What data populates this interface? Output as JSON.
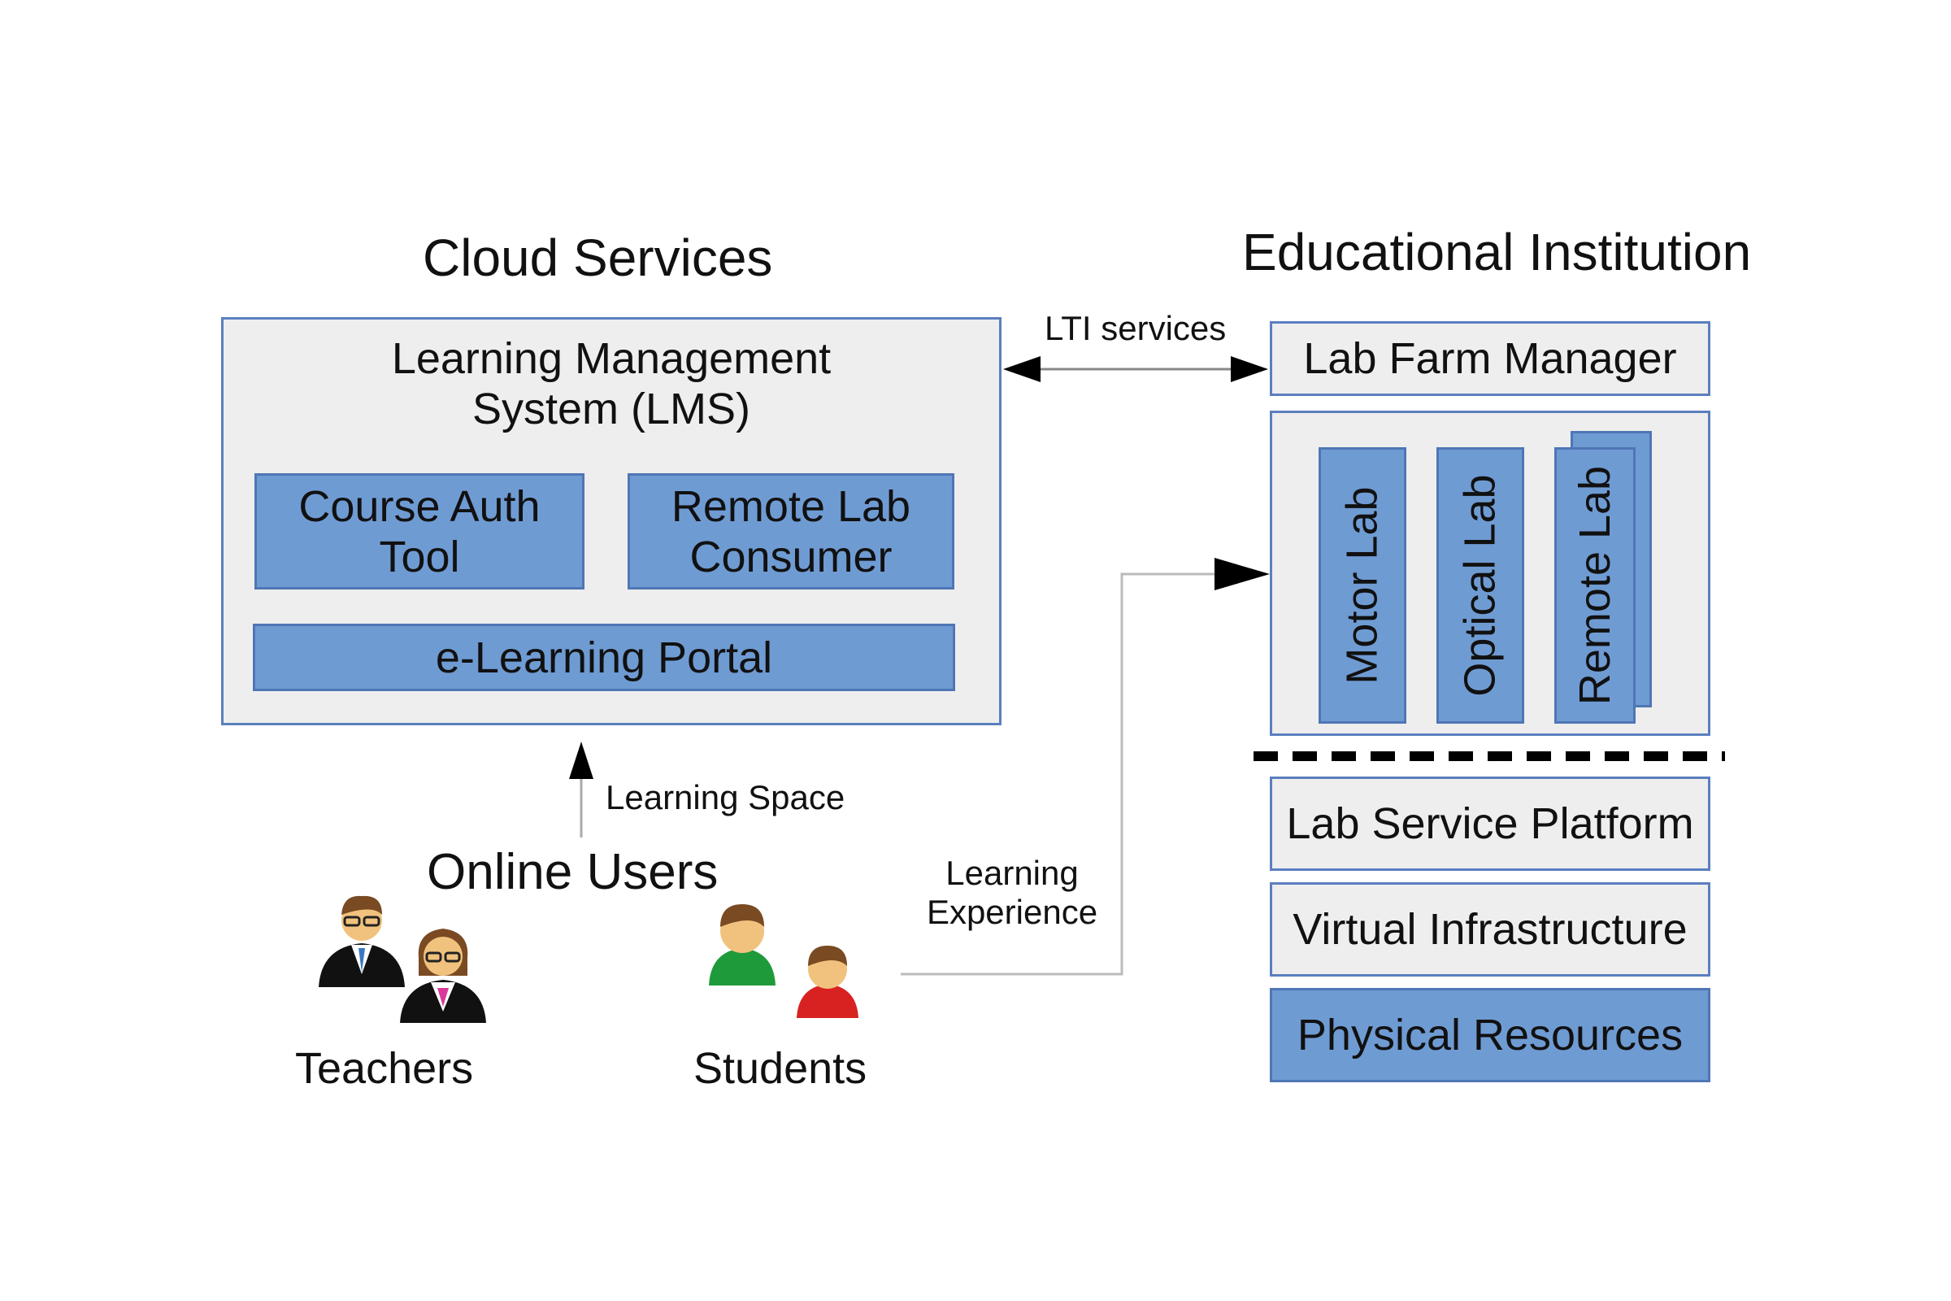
{
  "cloud": {
    "title": "Cloud Services",
    "lms_title_line1": "Learning Management",
    "lms_title_line2": "System (LMS)",
    "course_auth_line1": "Course Auth",
    "course_auth_line2": "Tool",
    "remote_consumer_line1": "Remote Lab",
    "remote_consumer_line2": "Consumer",
    "portal": "e-Learning Portal"
  },
  "institution": {
    "title": "Educational Institution",
    "lab_farm_manager": "Lab Farm Manager",
    "labs": [
      "Motor Lab",
      "Optical Lab",
      "Remote Lab"
    ],
    "lab_service_platform": "Lab Service Platform",
    "virtual_infrastructure": "Virtual Infrastructure",
    "physical_resources": "Physical Resources"
  },
  "connections": {
    "lti": "LTI services",
    "learning_space": "Learning Space",
    "learning_experience_line1": "Learning",
    "learning_experience_line2": "Experience"
  },
  "users": {
    "title": "Online Users",
    "teachers": "Teachers",
    "students": "Students"
  },
  "colors": {
    "box_blue": "#6f9bd3",
    "box_grey": "#eeeeee",
    "border_blue": "#5b7fbf"
  }
}
